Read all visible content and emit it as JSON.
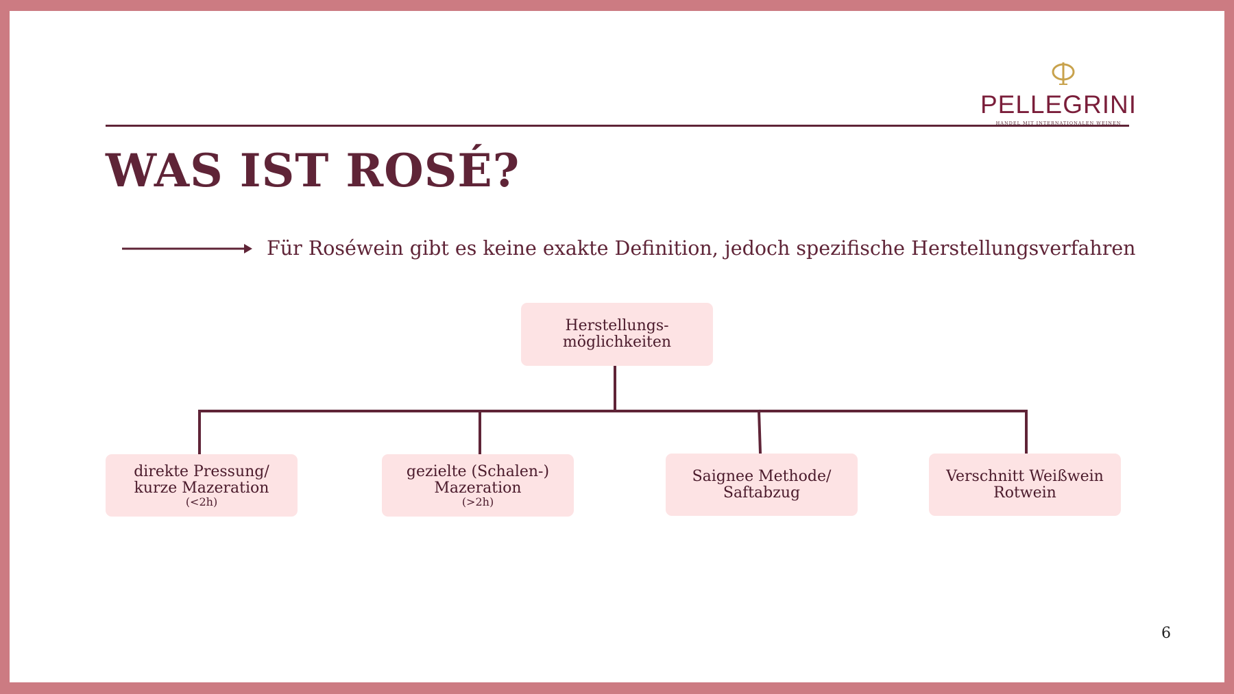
{
  "brand": {
    "name": "PELLEGRINI",
    "tagline": "HANDEL MIT INTERNATIONALEN WEINEN",
    "color": "#7a1e3a",
    "mark_color": "#c8a24c",
    "mark_icon": "pellegrini-monogram-icon"
  },
  "slide": {
    "title": "WAS IST ROSÉ?",
    "subtitle": "Für Roséwein gibt es keine exakte Definition, jedoch spezifische Herstellungsverfahren",
    "page_number": "6",
    "accent_color": "#5f2437",
    "box_color": "#fde3e4",
    "frame_color": "#cc7b82"
  },
  "diagram": {
    "root": {
      "lines": [
        "Herstellungs-",
        "möglichkeiten"
      ]
    },
    "children": [
      {
        "lines": [
          "direkte Pressung/",
          "kurze Mazeration"
        ],
        "note": "(<2h)"
      },
      {
        "lines": [
          "gezielte (Schalen-)",
          "Mazeration"
        ],
        "note": "(>2h)"
      },
      {
        "lines": [
          "Saignee Methode/",
          "Saftabzug"
        ]
      },
      {
        "lines": [
          "Verschnitt Weißwein",
          "Rotwein"
        ]
      }
    ]
  }
}
